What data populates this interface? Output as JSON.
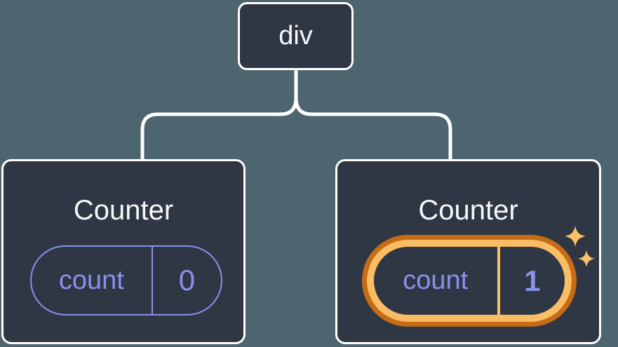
{
  "diagram": {
    "root": {
      "label": "div"
    },
    "children": [
      {
        "title": "Counter",
        "state": {
          "label": "count",
          "value": "0"
        },
        "highlighted": false
      },
      {
        "title": "Counter",
        "state": {
          "label": "count",
          "value": "1"
        },
        "highlighted": true
      }
    ]
  },
  "icons": {
    "sparkles_glyph": "✦"
  },
  "colors": {
    "canvas_background": "#4d656e",
    "node_background": "#303744",
    "node_border": "#ffffff",
    "connector_line": "#ffffff",
    "state_accent_purple": "#8891ec",
    "highlight_ring_outer": "#c76c16",
    "highlight_ring_inner": "#fbbd64",
    "sparkle_color": "#fbc06a",
    "text_primary": "#f6f7f9"
  }
}
